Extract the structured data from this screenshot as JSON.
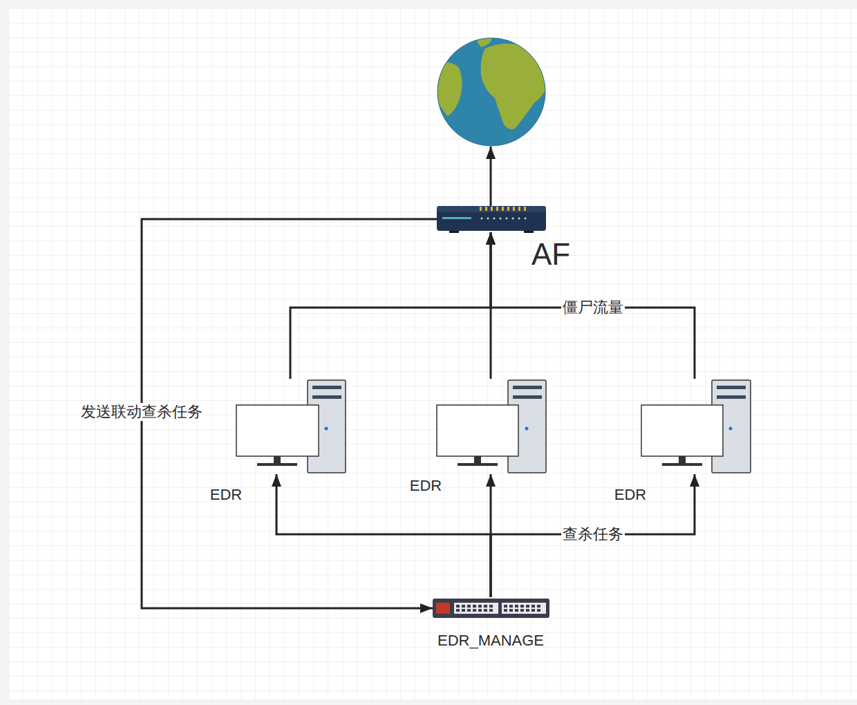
{
  "diagram": {
    "nodes": [
      {
        "text": [
          "AF"
        ]
      },
      {
        "text": [
          "EDR"
        ]
      },
      {
        "text": [
          "EDR"
        ]
      },
      {
        "text": [
          "EDR"
        ]
      },
      {
        "text": [
          "EDR_MANAGE"
        ]
      }
    ],
    "edges": [
      {
        "from": 1,
        "to": 0,
        "arrow": "to"
      },
      {
        "from": 2,
        "to": 0,
        "arrow": "to"
      },
      {
        "from": 3,
        "to": 0,
        "label": "僵尸流量",
        "arrow": "to"
      },
      {
        "from": 0,
        "to": 4,
        "label": "发送联动查杀任务",
        "arrow": "to"
      },
      {
        "from": 4,
        "to": 2,
        "arrow": "to"
      },
      {
        "from": 4,
        "to": 1,
        "arrow": "to"
      },
      {
        "from": 4,
        "to": 3,
        "label": "查杀任务",
        "arrow": "to"
      }
    ]
  }
}
